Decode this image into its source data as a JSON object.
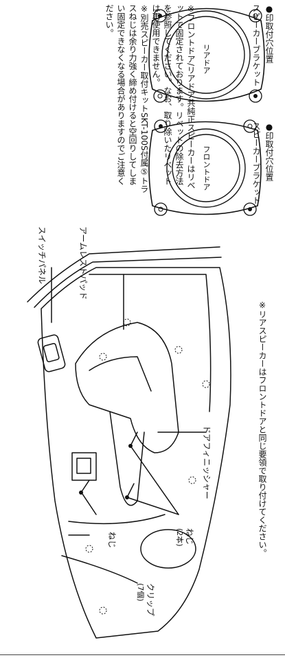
{
  "notes": {
    "note1": [
      "※フロントドア/リアドア共純正スピーカーはリベ",
      "ットで固定されております。リベットの除去方法",
      "を参照してください。なお、取り除いたリベット",
      "は再使用できません。"
    ],
    "note2": [
      "※別売スピーカー取付キットSKT-100S付属⑤トラ",
      "スねじは余り力強く締め付けると空回りしてしま",
      "い固定できなくなる場合がありますのでご注意く",
      "ださい。"
    ]
  },
  "brackets": {
    "front": {
      "circle_label": "フロントドア",
      "caption": "スピーカーブラケット",
      "position_label": "●印取付穴位置"
    },
    "rear": {
      "circle_label": "リアドア",
      "caption": "スピーカーブラケット",
      "position_label": "●印取付穴位置"
    }
  },
  "diagram": {
    "labels": {
      "switch_panel": "スイッチパネル",
      "armrest_pad": "アームレストパッド",
      "door_finisher": "ドアフィニッシャー",
      "screw_left": "ねじ",
      "screw_two": "ねじ",
      "screw_two_count": "(2本)",
      "clip": "クリップ",
      "clip_count": "(7個)"
    }
  },
  "footer_note": "※リアスピーカーはフロントドアと同じ要領で取り付けてください。"
}
